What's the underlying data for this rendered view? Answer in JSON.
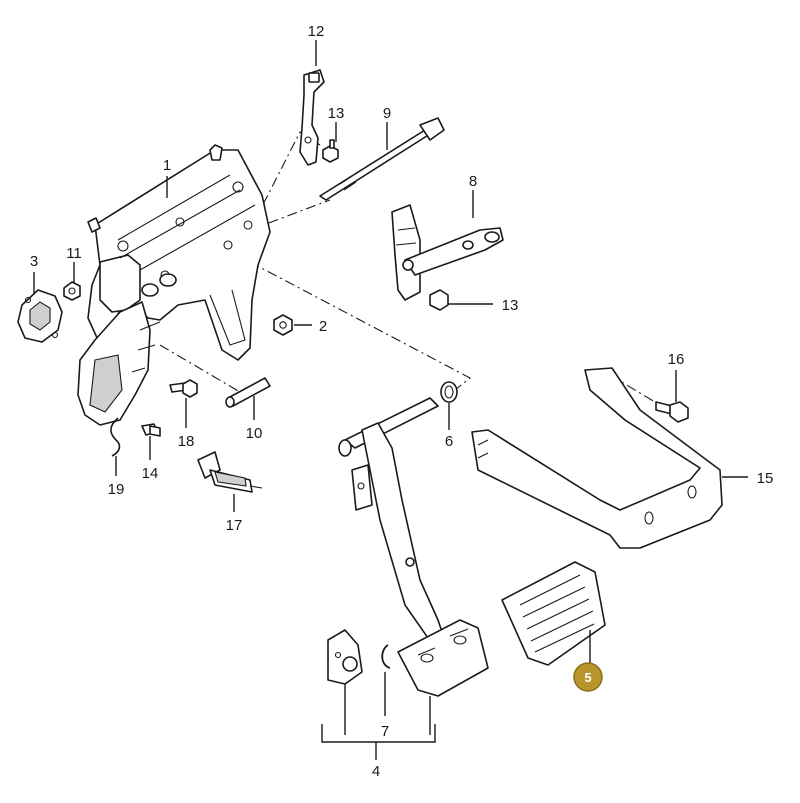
{
  "callouts": [
    {
      "id": "c1",
      "text": "1"
    },
    {
      "id": "c2",
      "text": "2"
    },
    {
      "id": "c3",
      "text": "3"
    },
    {
      "id": "c4",
      "text": "4"
    },
    {
      "id": "c5",
      "text": "5",
      "highlighted": true
    },
    {
      "id": "c6",
      "text": "6"
    },
    {
      "id": "c7",
      "text": "7"
    },
    {
      "id": "c8",
      "text": "8"
    },
    {
      "id": "c9",
      "text": "9"
    },
    {
      "id": "c10",
      "text": "10"
    },
    {
      "id": "c11",
      "text": "11"
    },
    {
      "id": "c12",
      "text": "12"
    },
    {
      "id": "c13a",
      "text": "13"
    },
    {
      "id": "c13b",
      "text": "13"
    },
    {
      "id": "c14",
      "text": "14"
    },
    {
      "id": "c15",
      "text": "15"
    },
    {
      "id": "c16",
      "text": "16"
    },
    {
      "id": "c17",
      "text": "17"
    },
    {
      "id": "c18",
      "text": "18"
    },
    {
      "id": "c19",
      "text": "19"
    }
  ],
  "colors": {
    "highlight_fill": "#b8952c",
    "highlight_stroke": "#8a6d18",
    "line": "#1a1a1a"
  }
}
